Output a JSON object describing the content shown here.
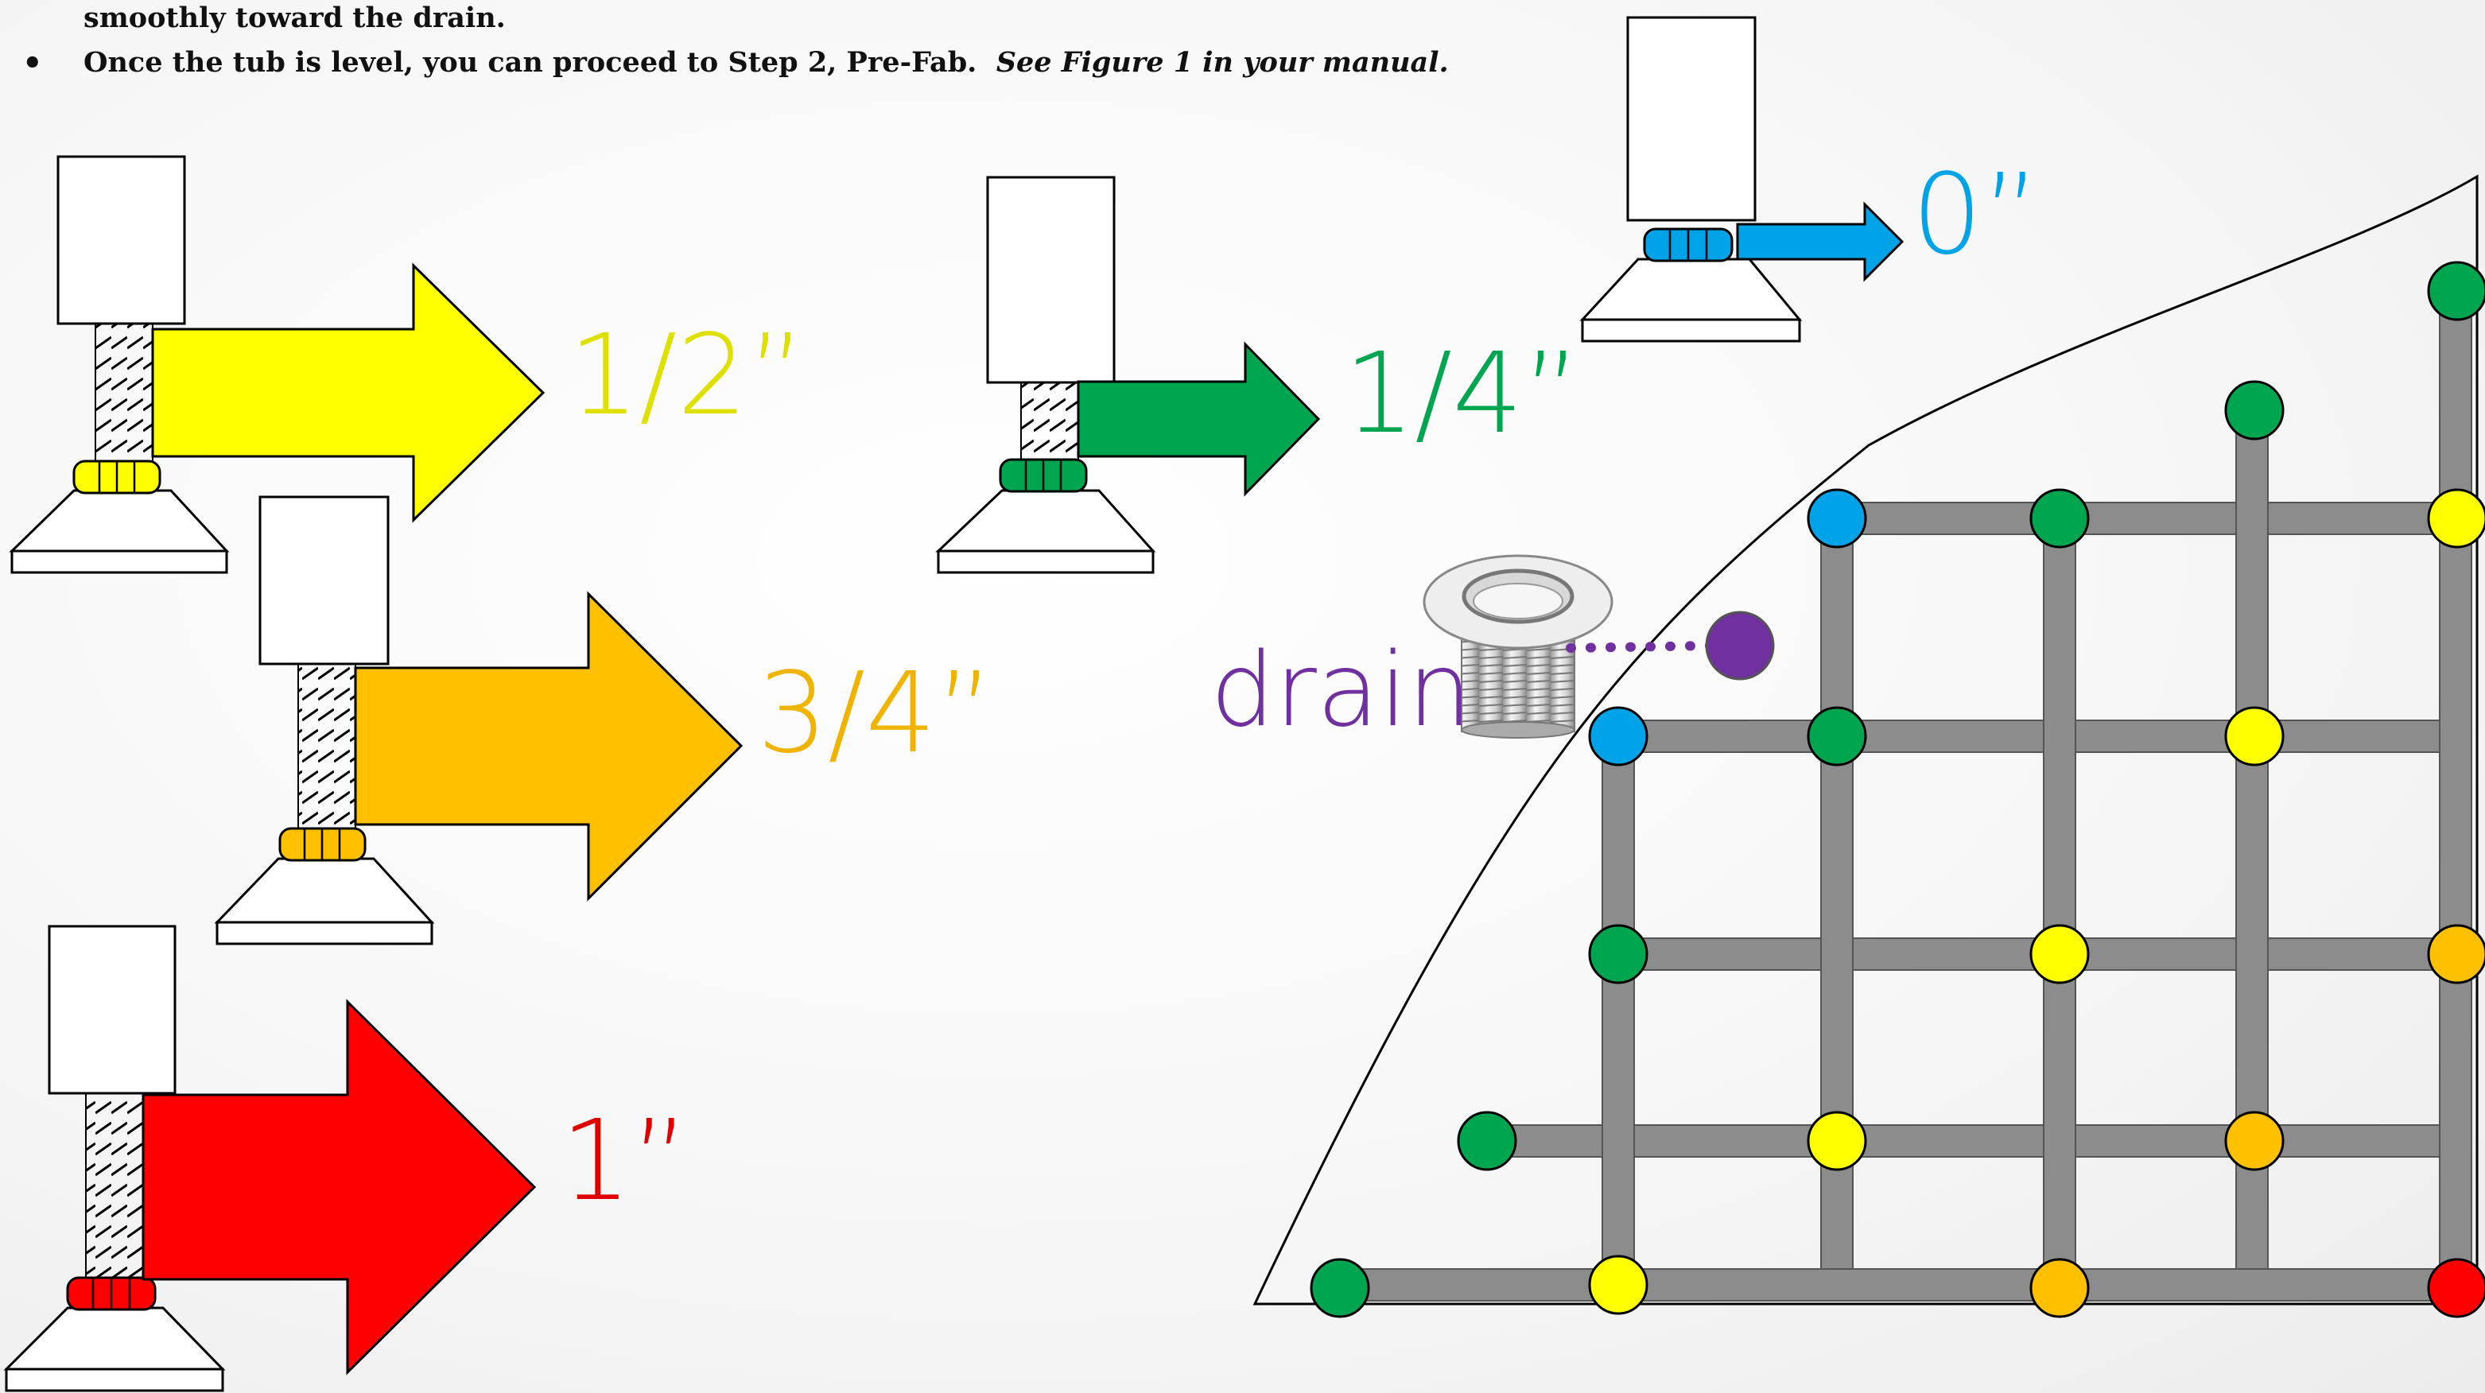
{
  "instructions": {
    "line1": "smoothly toward the drain.",
    "line2_main": "Once the tub is level, you can proceed to Step 2, Pre-Fab.",
    "line2_italic": "See Figure 1 in your manual."
  },
  "legend": [
    {
      "label": "1/2”",
      "color": "#ffff00",
      "text_color": "#e0e000"
    },
    {
      "label": "1/4”",
      "color": "#00a550",
      "text_color": "#00a550"
    },
    {
      "label": "0”",
      "color": "#00a2e8",
      "text_color": "#00a2e8"
    },
    {
      "label": "3/4”",
      "color": "#ffc000",
      "text_color": "#f0b400"
    },
    {
      "label": "1”",
      "color": "#ff0000",
      "text_color": "#e00000"
    }
  ],
  "drain_label": "drain",
  "colors": {
    "drain_dot": "#7030a0",
    "grid": "#8c8c8c"
  },
  "icons": [
    "leveling-foot-icon",
    "drain-fitting-icon"
  ]
}
